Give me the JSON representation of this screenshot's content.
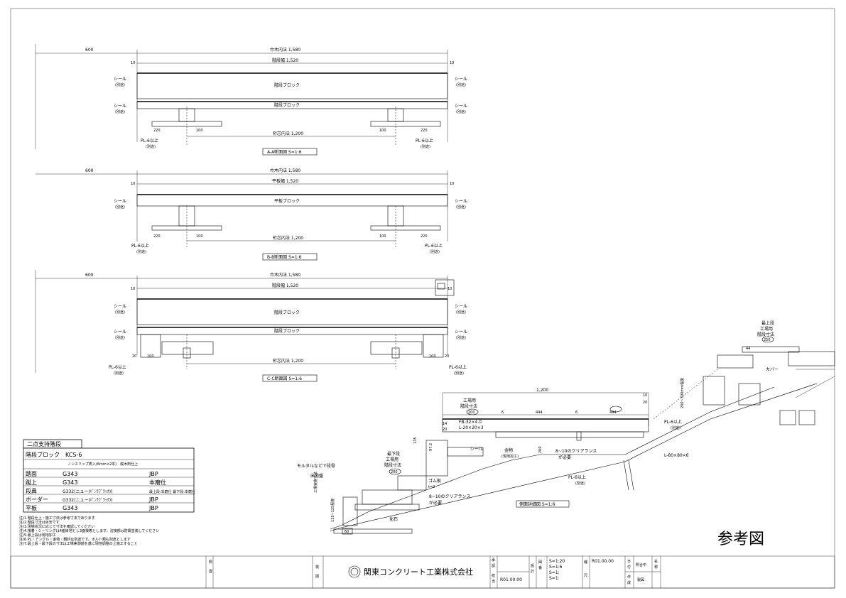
{
  "sections": [
    {
      "left_dim": "600",
      "top_dim": "巾木内法 1,580",
      "width_dim": "階段幅 1,520",
      "block1": "階段ブロック",
      "block2": "階段ブロック",
      "seal_label": "シール",
      "seal_sub": "(別途)",
      "edge_dim": "10",
      "support_dims": [
        "220",
        "100",
        "100",
        "220"
      ],
      "inner_dim": "桁芯内法 1,200",
      "pl_label": "PL-6以上",
      "pl_sub": "(別途)",
      "title": "A-A断面図 S=1:6"
    },
    {
      "left_dim": "600",
      "top_dim": "巾木内法 1,580",
      "width_dim": "平板幅 1,520",
      "block1": "平板ブロック",
      "seal_label": "シール",
      "seal_sub": "(別途)",
      "edge_dim": "10",
      "support_dims": [
        "220",
        "100",
        "100",
        "220"
      ],
      "inner_dim": "桁芯内法 1,200",
      "pl_label": "PL-6以上",
      "pl_sub": "(別途)",
      "title": "B-B断面図 S=1:6"
    },
    {
      "left_dim": "600",
      "top_dim": "巾木内法 1,580",
      "width_dim": "階段幅 1,520",
      "block1": "階段ブロック",
      "block2": "階段ブロック",
      "seal_label": "シール",
      "seal_sub": "(別途)",
      "edge_dim": "10",
      "side_dim": "20",
      "support_dims": [
        "100",
        "100"
      ],
      "inner_dim": "桁芯内法 1,200",
      "pl_label": "PL-6以上",
      "pl_sub": "(別途)",
      "title": "C-C断面図 S=1:6"
    }
  ],
  "side_view": {
    "top_dim": "1,200",
    "right_dim": "10",
    "right_dim2": "20",
    "bubble_left": "工場用\n階段寸法",
    "bubble_left_num": "200",
    "dims_row": [
      "6",
      "444",
      "6",
      "444"
    ],
    "left_h": [
      "14",
      "20"
    ],
    "fb_label": "FB-32×4.0",
    "l_label": "L-20×20×3",
    "kanamono": "金物",
    "kanamono_sub": "(現地加工)",
    "seal": "シール",
    "gap_dim": "200",
    "clearance": "8~10のクリアランス",
    "clearance_sub": "が必要",
    "pl": "PL-6以上",
    "pl_sub": "(別途)",
    "angle": "L-80×80×6",
    "top_label": "最上段",
    "top_label2": "工場用",
    "top_label3": "階段寸法",
    "top_num": "250",
    "dim_44": "44",
    "cover": "カバー",
    "dim_top_right": "200~300mm程度",
    "pl_right": "PL-6以上",
    "pl_right_sub": "(別途)",
    "mortar": "モルタルなどで段骨",
    "bottom_label": "最下段",
    "bottom_label2": "工場用",
    "bottom_label3": "階段寸法",
    "bottom_num": "200",
    "dims_v": [
      "97.2",
      "135"
    ],
    "floor": "床地盤",
    "left_note": "工場実施寸法",
    "left_vertical": "115~125程度",
    "gum": "ゴム板",
    "gum_dim": "t=2",
    "clearance2": "8~10のクリアランス",
    "clearance2_sub": "が必要",
    "kaseki": "化石",
    "bottom_dim": "60",
    "title": "側面詳細図 S=1:6"
  },
  "spec_table": {
    "title": "二点支持階段",
    "product": "階段ブロック　KCS-6",
    "note": "ノンスリップ表入(6mm×2本)　縦木剤仕上",
    "rows": [
      {
        "label": "踏面",
        "code": "G343",
        "maker": "JBP"
      },
      {
        "label": "蹴上",
        "code": "G343",
        "maker": "本磨仕"
      },
      {
        "label": "段鼻",
        "code": "G332(ニュー(ﾊﾞﾝﾗﾌﾞﾗｯｸ))",
        "maker": "最上段:本磨仕\n最下段:本磨仕"
      },
      {
        "label": "ボーダー",
        "code": "G332(ニュー(ﾊﾞﾝﾗﾌﾞﾗｯｸ))",
        "maker": "JBP"
      },
      {
        "label": "平板",
        "code": "G343",
        "maker": "JBP"
      }
    ],
    "notes": [
      "注)1.階段仕上・施工寸法は参考寸法であります",
      "注)2.階段寸法は目安です",
      "注)3.現場状況に応じて寸法を確認してください",
      "注)4.接着・シーリングは4面目地とし3面接着とします。溶接部は防錆塗装してください",
      "注)5.最上段は現地加工",
      "注)6.PL・アングル・金物・鋼材は別途です。ボルト類も別途とします",
      "注)7.最上段・最下段の寸法は工場実測値を基に現地調整の上施工すること"
    ]
  },
  "stamp": "参考図",
  "title_block": {
    "company": "関東コンクリート工業株式会社",
    "scales": [
      "S=1:20",
      "S=1:6",
      "S=1:",
      "S=1:"
    ],
    "codes": [
      "R01.00.00",
      "R01.00.00"
    ],
    "cells": [
      "承",
      "認",
      "担",
      "当",
      "設",
      "計",
      "図",
      "番",
      "縮",
      "尺",
      "日",
      "付",
      "作",
      "成",
      "名",
      "称"
    ],
    "labels": [
      "照",
      "査",
      "検",
      "図"
    ],
    "small_tags": [
      "照合中",
      "製図"
    ]
  }
}
